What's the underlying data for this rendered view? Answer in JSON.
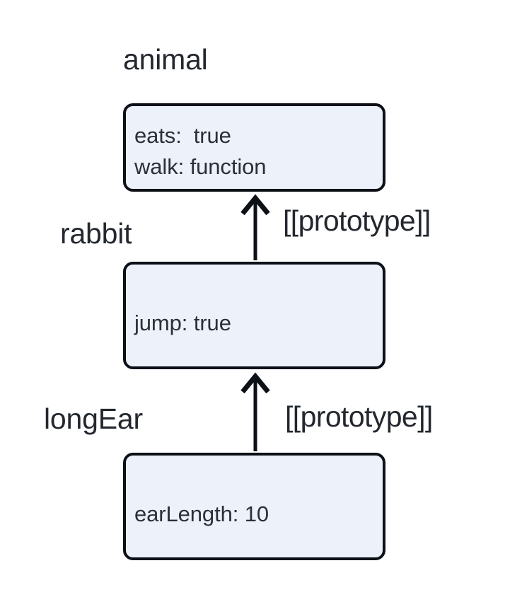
{
  "diagram": {
    "title_semantics": "javascript-prototype-chain",
    "background_color": "#ffffff",
    "box_fill": "#ecf1fa",
    "box_border": "#0d1117",
    "text_color": "#23272e",
    "arrow_color": "#0d1117",
    "nodes": [
      {
        "id": "animal",
        "label": "animal",
        "properties": [
          "eats:  true",
          "walk: function"
        ]
      },
      {
        "id": "rabbit",
        "label": "rabbit",
        "properties": [
          "jump: true"
        ]
      },
      {
        "id": "longEar",
        "label": "longEar",
        "properties": [
          "earLength: 10"
        ]
      }
    ],
    "links": [
      {
        "from": "rabbit",
        "to": "animal",
        "label": "[[prototype]]",
        "direction": "up"
      },
      {
        "from": "longEar",
        "to": "rabbit",
        "label": "[[prototype]]",
        "direction": "up"
      }
    ]
  }
}
